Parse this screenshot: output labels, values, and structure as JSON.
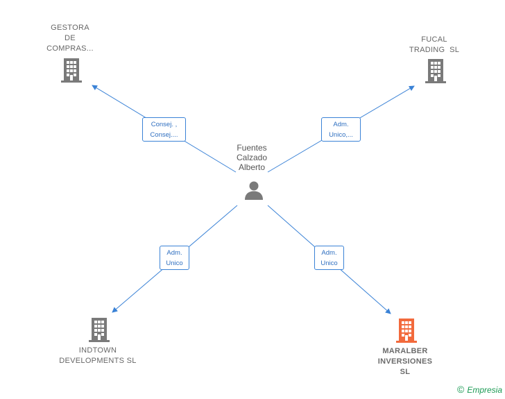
{
  "center": {
    "name_lines": [
      "Fuentes",
      "Calzado",
      "Alberto"
    ],
    "icon": "person-icon"
  },
  "nodes": {
    "gestora": {
      "lines": [
        "GESTORA",
        "DE",
        "COMPRAS..."
      ],
      "icon": "building-icon",
      "color": "#7a7a7a"
    },
    "fucal": {
      "lines": [
        "FUCAL",
        "TRADING  SL"
      ],
      "icon": "building-icon",
      "color": "#7a7a7a"
    },
    "indtown": {
      "lines": [
        "INDTOWN",
        "DEVELOPMENTS SL"
      ],
      "icon": "building-icon",
      "color": "#7a7a7a"
    },
    "maralber": {
      "lines": [
        "MARALBER",
        "INVERSIONES",
        "SL"
      ],
      "icon": "building-icon",
      "color": "#f26a3c"
    }
  },
  "edges": {
    "gestora": [
      "Consej. ,",
      "Consej...."
    ],
    "fucal": [
      "Adm.",
      "Unico,..."
    ],
    "indtown": [
      "Adm.",
      "Unico"
    ],
    "maralber": [
      "Adm.",
      "Unico"
    ]
  },
  "colors": {
    "edge": "#3a82d6",
    "building": "#7a7a7a",
    "highlight": "#f26a3c"
  },
  "footer": {
    "copyright_symbol": "©",
    "brand": "Empresia"
  }
}
